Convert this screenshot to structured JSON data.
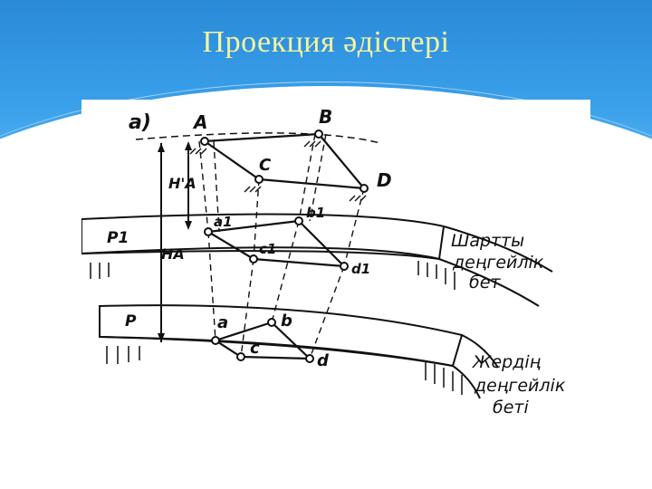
{
  "slide": {
    "title": "Проекция әдістері"
  },
  "figure": {
    "label_part": "a)",
    "points_top": [
      "A",
      "B",
      "C",
      "D"
    ],
    "points_mid": [
      "a1",
      "b1",
      "c1",
      "d1"
    ],
    "points_bottom": [
      "a",
      "b",
      "c",
      "d"
    ],
    "plane_mid": "P1",
    "plane_bottom": "P",
    "height_top": "H'A",
    "height_full": "HA",
    "caption_mid": [
      "Шартты",
      "деңгейлік",
      "бет"
    ],
    "caption_bottom": [
      "Жердің",
      "деңгейлік",
      "беті"
    ]
  },
  "colors": {
    "header": "#2a8ad8",
    "title": "#f4f4a0",
    "ink": "#111111"
  }
}
